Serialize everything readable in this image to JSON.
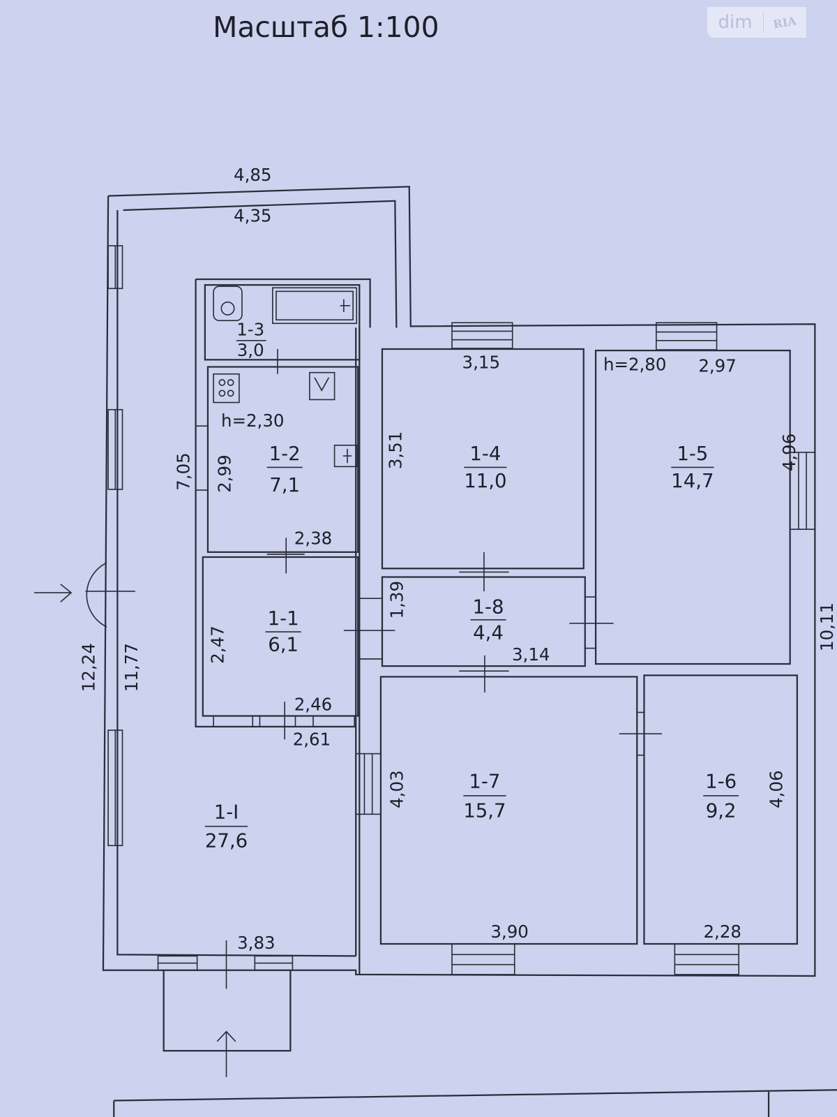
{
  "title": "Масштаб 1:100",
  "watermark": {
    "left": "dim",
    "right": "RIA"
  },
  "colors": {
    "paper": "#cdd3ee",
    "ink": "#2b2d3a"
  },
  "dimensions": {
    "top_outer": "4,85",
    "top_inner": "4,35",
    "left_outer": "12,24",
    "left_inner": "11,77",
    "partition_height": "7,05",
    "right_outer": "10,11",
    "bottom_porch": "3,83",
    "r11_bottom_inner": "2,46",
    "r11_bottom_outer": "2,61"
  },
  "rooms": [
    {
      "id": "1-3",
      "area": "3,0"
    },
    {
      "id": "1-2",
      "area": "7,1",
      "height": "h=2,30",
      "width": "2,38",
      "length": "2,99"
    },
    {
      "id": "1-1",
      "area": "6,1",
      "length": "2,47"
    },
    {
      "id": "1-I",
      "area": "27,6"
    },
    {
      "id": "1-4",
      "area": "11,0",
      "width": "3,15",
      "length": "3,51"
    },
    {
      "id": "1-5",
      "area": "14,7",
      "height": "h=2,80",
      "width": "2,97",
      "length": "4,96"
    },
    {
      "id": "1-8",
      "area": "4,4",
      "width": "3,14",
      "length": "1,39"
    },
    {
      "id": "1-7",
      "area": "15,7",
      "width": "3,90",
      "length": "4,03"
    },
    {
      "id": "1-6",
      "area": "9,2",
      "width": "2,28",
      "length": "4,06"
    }
  ]
}
